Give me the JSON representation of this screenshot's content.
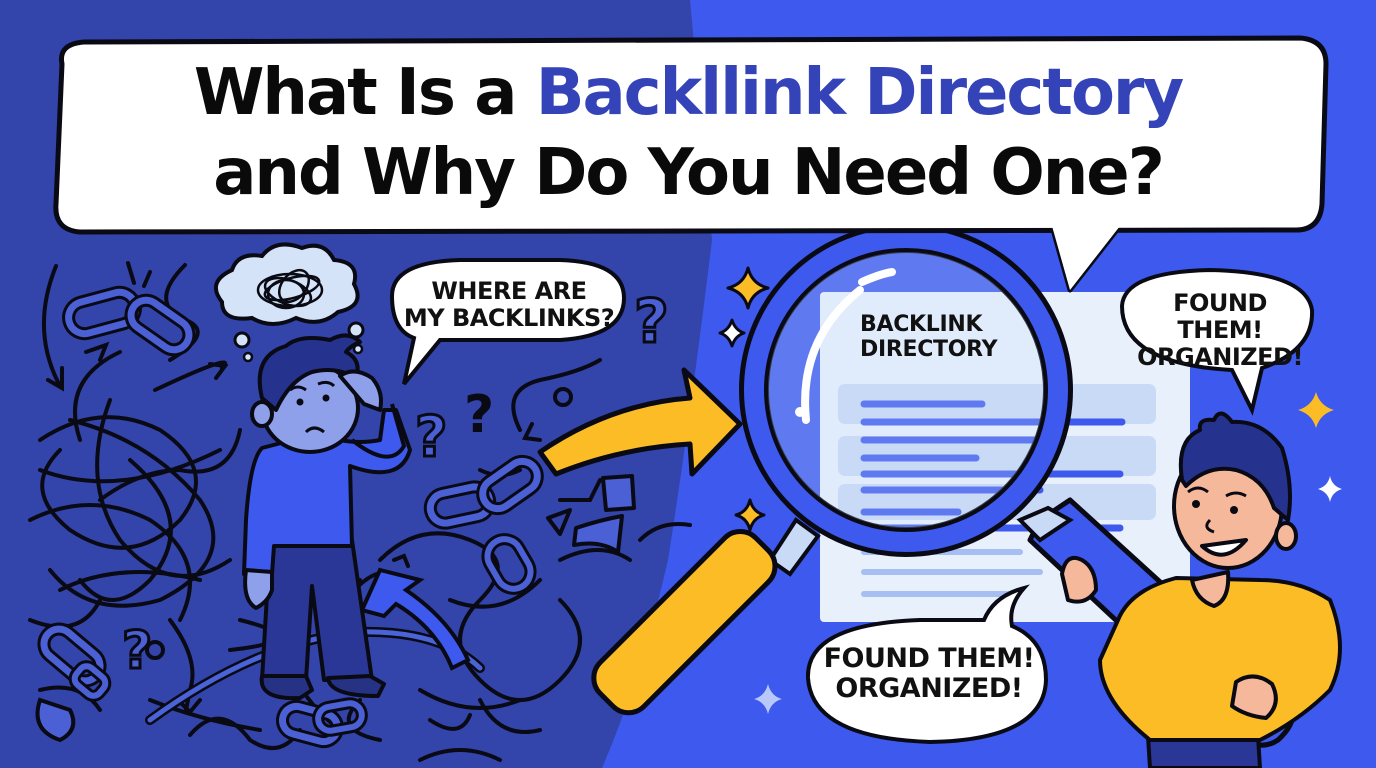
{
  "title": {
    "line1_prefix": "What Is a ",
    "line1_accent": "Backllink Directory",
    "line2": "and Why Do You Need One?"
  },
  "bubbles": {
    "confused": {
      "line1": "WHERE ARE",
      "line2": "MY BACKLINKS?"
    },
    "happy_top": {
      "line1": "FOUND THEM!",
      "line2": "ORGANIZED!"
    },
    "happy_bottom": {
      "line1": "FOUND THEM!",
      "line2": "ORGANIZED!"
    }
  },
  "document": {
    "heading_line1": "BACKLINK",
    "heading_line2": "DIRECTORY"
  },
  "scene": {
    "left_panel": "chaos — tangled lines, broken chain links, question marks, confused person",
    "right_panel": "order — magnifying glass over backlink directory, happy person",
    "question_marks": [
      "?",
      "?",
      "?",
      "?"
    ]
  },
  "colors": {
    "bg_left": "#3344AA",
    "bg_right": "#3D59EE",
    "accent_blue_text": "#3444B8",
    "yellow": "#FBBC26",
    "outline": "#0A0A14",
    "skin": "#F6B89A",
    "doc_bg": "#E8F0FC",
    "doc_row": "#C9DAF6",
    "doc_line": "#3D59EE"
  }
}
